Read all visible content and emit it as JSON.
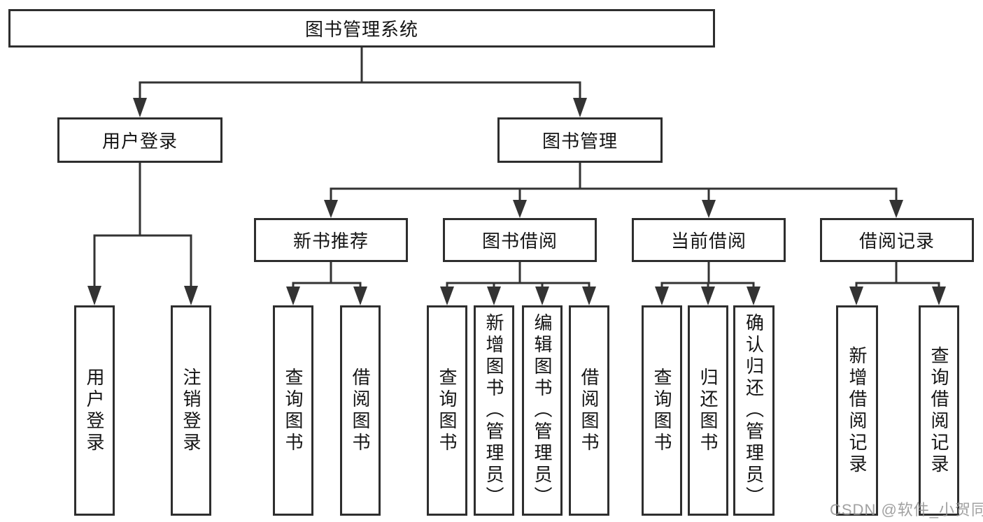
{
  "tree": {
    "root": "图书管理系统",
    "children": [
      {
        "label": "用户登录",
        "children": [
          "用户登录",
          "注销登录"
        ]
      },
      {
        "label": "图书管理",
        "children": [
          {
            "label": "新书推荐",
            "children": [
              "查询图书",
              "借阅图书"
            ]
          },
          {
            "label": "图书借阅",
            "children": [
              "查询图书",
              "新增图书（管理员）",
              "编辑图书（管理员）",
              "借阅图书"
            ]
          },
          {
            "label": "当前借阅",
            "children": [
              "查询图书",
              "归还图书",
              "确认归还（管理员）"
            ]
          },
          {
            "label": "借阅记录",
            "children": [
              "新增借阅记录",
              "查询借阅记录"
            ]
          }
        ]
      }
    ]
  },
  "watermark": {
    "text": "CSDN @软件_小贺同学"
  },
  "colors": {
    "line": "#333333",
    "box_border": "#2e2e2e",
    "text": "#141414",
    "watermark": "#919191",
    "background": "#ffffff"
  }
}
